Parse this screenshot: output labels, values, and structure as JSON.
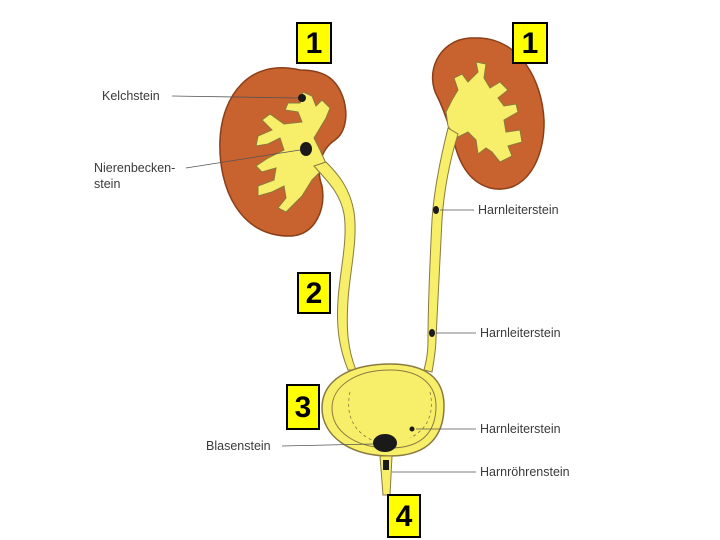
{
  "markers": {
    "kidney_left": "1",
    "kidney_right": "1",
    "ureter": "2",
    "bladder": "3",
    "urethra": "4"
  },
  "labels": {
    "kelchstein": "Kelchstein",
    "nierenbecken_line1": "Nierenbecken-",
    "nierenbecken_line2": "stein",
    "harnleiter_upper": "Harnleiterstein",
    "harnleiter_middle": "Harnleiterstein",
    "harnleiter_lower": "Harnleiterstein",
    "blasenstein": "Blasenstein",
    "harnroehrenstein": "Harnröhrenstein"
  },
  "colors": {
    "kidney_cortex": "#c8622e",
    "kidney_medulla": "#b65426",
    "urine_yellow": "#f7ee6a",
    "outline": "#8a7a40",
    "stone": "#1a1a1a",
    "marker_fill": "#ffff00"
  }
}
